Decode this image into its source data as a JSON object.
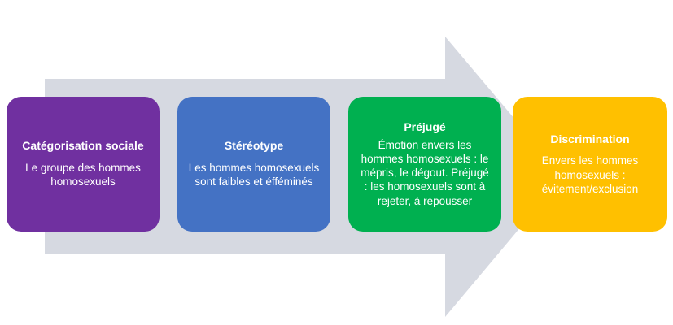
{
  "diagram": {
    "arrow_color": "#d6d9e1",
    "steps": [
      {
        "title": "Catégorisation sociale",
        "body": "Le groupe des hommes homosexuels",
        "color": "#7030a0"
      },
      {
        "title": "Stéréotype",
        "body": "Les hommes homosexuels sont faibles et éfféminés",
        "color": "#4472c4"
      },
      {
        "title": "Préjugé",
        "body": "Émotion envers les hommes  homosexuels : le mépris, le dégout. Préjugé : les homosexuels sont à rejeter, à repousser",
        "color": "#00b050"
      },
      {
        "title": "Discrimination",
        "body": "Envers les  hommes homosexuels : évitement/exclusion",
        "color": "#ffc000"
      }
    ]
  }
}
